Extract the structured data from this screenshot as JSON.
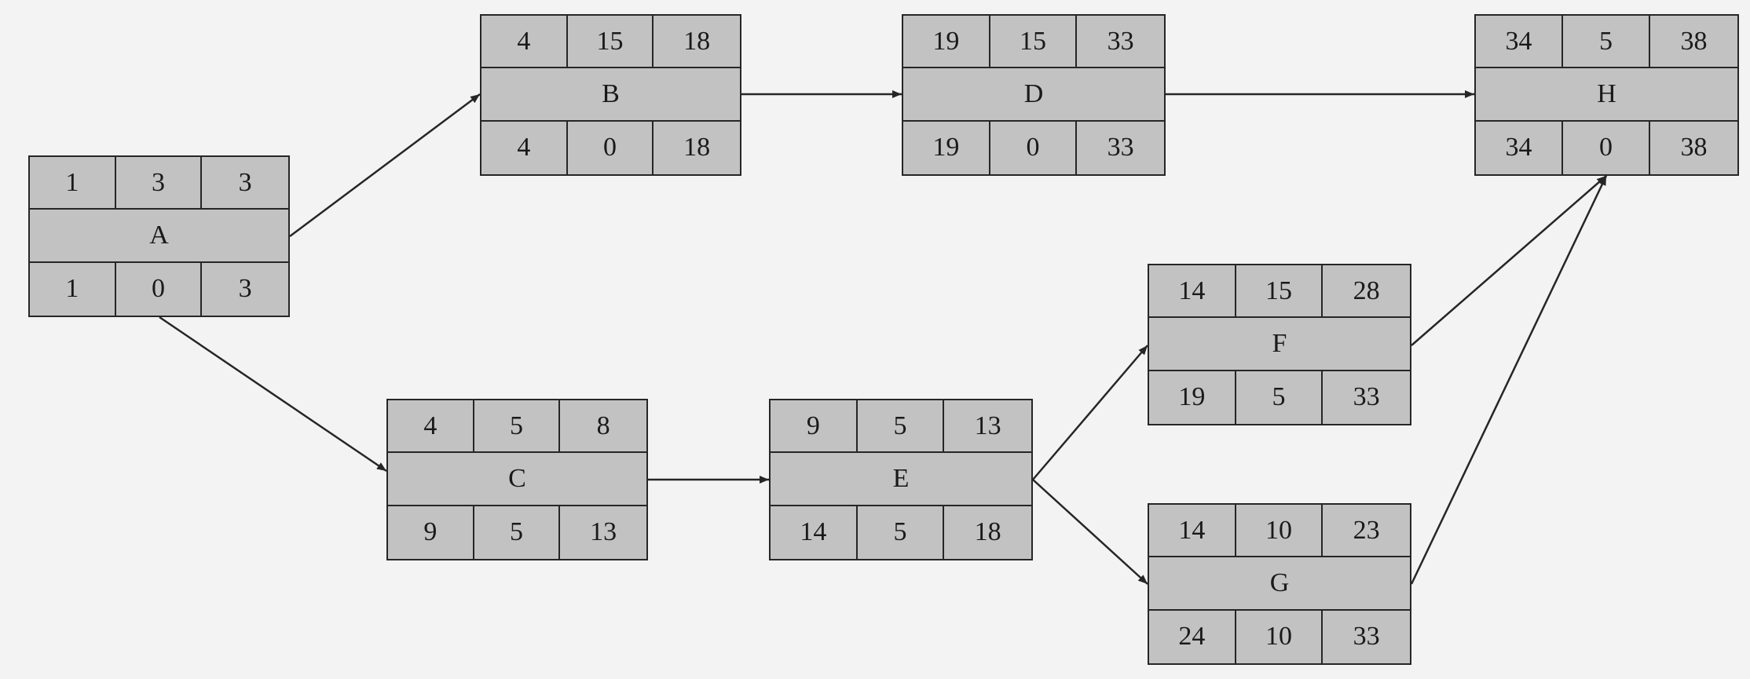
{
  "diagram": {
    "nodes": [
      {
        "id": "A",
        "label": "A",
        "top": [
          "1",
          "3",
          "3"
        ],
        "bottom": [
          "1",
          "0",
          "3"
        ]
      },
      {
        "id": "B",
        "label": "B",
        "top": [
          "4",
          "15",
          "18"
        ],
        "bottom": [
          "4",
          "0",
          "18"
        ]
      },
      {
        "id": "C",
        "label": "C",
        "top": [
          "4",
          "5",
          "8"
        ],
        "bottom": [
          "9",
          "5",
          "13"
        ]
      },
      {
        "id": "D",
        "label": "D",
        "top": [
          "19",
          "15",
          "33"
        ],
        "bottom": [
          "19",
          "0",
          "33"
        ]
      },
      {
        "id": "E",
        "label": "E",
        "top": [
          "9",
          "5",
          "13"
        ],
        "bottom": [
          "14",
          "5",
          "18"
        ]
      },
      {
        "id": "F",
        "label": "F",
        "top": [
          "14",
          "15",
          "28"
        ],
        "bottom": [
          "19",
          "5",
          "33"
        ]
      },
      {
        "id": "G",
        "label": "G",
        "top": [
          "14",
          "10",
          "23"
        ],
        "bottom": [
          "24",
          "10",
          "33"
        ]
      },
      {
        "id": "H",
        "label": "H",
        "top": [
          "34",
          "5",
          "38"
        ],
        "bottom": [
          "34",
          "0",
          "38"
        ]
      }
    ],
    "edges": [
      {
        "from": "A",
        "to": "B"
      },
      {
        "from": "A",
        "to": "C"
      },
      {
        "from": "B",
        "to": "D"
      },
      {
        "from": "D",
        "to": "H"
      },
      {
        "from": "C",
        "to": "E"
      },
      {
        "from": "E",
        "to": "F"
      },
      {
        "from": "E",
        "to": "G"
      },
      {
        "from": "F",
        "to": "H"
      },
      {
        "from": "G",
        "to": "H"
      }
    ]
  }
}
